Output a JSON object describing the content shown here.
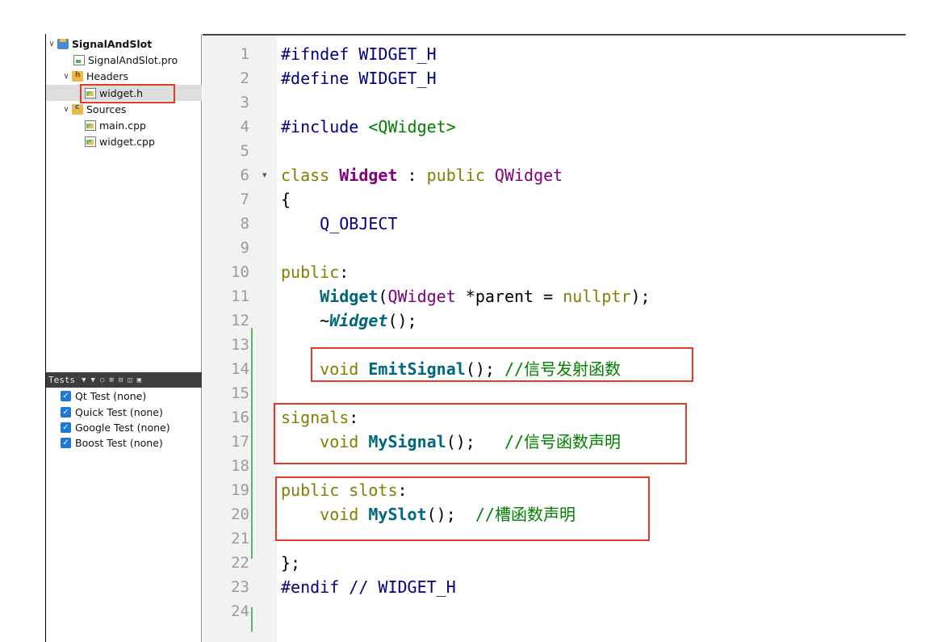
{
  "project_tree": {
    "items": [
      {
        "label": "SignalAndSlot",
        "bold": true,
        "arrow": "v",
        "icon": "project-icon"
      },
      {
        "label": "SignalAndSlot.pro",
        "icon": "pro-file-icon"
      },
      {
        "label": "Headers",
        "arrow": "v",
        "icon": "headers-folder-icon"
      },
      {
        "label": "widget.h",
        "icon": "header-file-icon",
        "selected": true
      },
      {
        "label": "Sources",
        "arrow": "v",
        "icon": "sources-folder-icon"
      },
      {
        "label": "main.cpp",
        "icon": "cpp-file-icon"
      },
      {
        "label": "widget.cpp",
        "icon": "cpp-file-icon"
      }
    ]
  },
  "tests_panel": {
    "title": "Tests",
    "items": [
      {
        "label": "Qt Test (none)",
        "checked": true
      },
      {
        "label": "Quick Test (none)",
        "checked": true
      },
      {
        "label": "Google Test (none)",
        "checked": true
      },
      {
        "label": "Boost Test (none)",
        "checked": true
      }
    ]
  },
  "editor": {
    "line_numbers": [
      "1",
      "2",
      "3",
      "4",
      "5",
      "6",
      "7",
      "8",
      "9",
      "10",
      "11",
      "12",
      "13",
      "14",
      "15",
      "16",
      "17",
      "18",
      "19",
      "20",
      "21",
      "22",
      "23",
      "24"
    ],
    "lines": [
      [
        {
          "t": "#ifndef WIDGET_H",
          "c": "pp"
        }
      ],
      [
        {
          "t": "#define WIDGET_H",
          "c": "pp"
        }
      ],
      [],
      [
        {
          "t": "#include ",
          "c": "pp"
        },
        {
          "t": "<QWidget>",
          "c": "inc"
        }
      ],
      [],
      [
        {
          "t": "class ",
          "c": "kw"
        },
        {
          "t": "Widget",
          "c": "cls"
        },
        {
          "t": " : ",
          "c": ""
        },
        {
          "t": "public ",
          "c": "kw"
        },
        {
          "t": "QWidget",
          "c": "typ"
        }
      ],
      [
        {
          "t": "{",
          "c": ""
        }
      ],
      [
        {
          "t": "    ",
          "c": ""
        },
        {
          "t": "Q_OBJECT",
          "c": "mac"
        }
      ],
      [],
      [
        {
          "t": "public",
          "c": "kw"
        },
        {
          "t": ":",
          "c": ""
        }
      ],
      [
        {
          "t": "    ",
          "c": ""
        },
        {
          "t": "Widget",
          "c": "fn"
        },
        {
          "t": "(",
          "c": ""
        },
        {
          "t": "QWidget",
          "c": "typ"
        },
        {
          "t": " *parent = ",
          "c": ""
        },
        {
          "t": "nullptr",
          "c": "kw"
        },
        {
          "t": ");",
          "c": ""
        }
      ],
      [
        {
          "t": "    ~",
          "c": ""
        },
        {
          "t": "Widget",
          "c": "fnital"
        },
        {
          "t": "();",
          "c": ""
        }
      ],
      [],
      [
        {
          "t": "    ",
          "c": ""
        },
        {
          "t": "void ",
          "c": "kw"
        },
        {
          "t": "EmitSignal",
          "c": "fn"
        },
        {
          "t": "(); ",
          "c": ""
        },
        {
          "t": "//信号发射函数",
          "c": "cmt"
        }
      ],
      [],
      [
        {
          "t": "signals",
          "c": "kw"
        },
        {
          "t": ":",
          "c": ""
        }
      ],
      [
        {
          "t": "    ",
          "c": ""
        },
        {
          "t": "void ",
          "c": "kw"
        },
        {
          "t": "MySignal",
          "c": "fn"
        },
        {
          "t": "();   ",
          "c": ""
        },
        {
          "t": "//信号函数声明",
          "c": "cmt"
        }
      ],
      [],
      [
        {
          "t": "public slots",
          "c": "kw"
        },
        {
          "t": ":",
          "c": ""
        }
      ],
      [
        {
          "t": "    ",
          "c": ""
        },
        {
          "t": "void ",
          "c": "kw"
        },
        {
          "t": "MySlot",
          "c": "fn"
        },
        {
          "t": "();  ",
          "c": ""
        },
        {
          "t": "//槽函数声明",
          "c": "cmt"
        }
      ],
      [],
      [
        {
          "t": "};",
          "c": ""
        }
      ],
      [
        {
          "t": "#endif ",
          "c": "pp"
        },
        {
          "t": "// WIDGET_H",
          "c": "pp"
        }
      ],
      []
    ]
  },
  "colors": {
    "highlight_box": "#e23a2a",
    "change_bar": "#5fb35f"
  }
}
